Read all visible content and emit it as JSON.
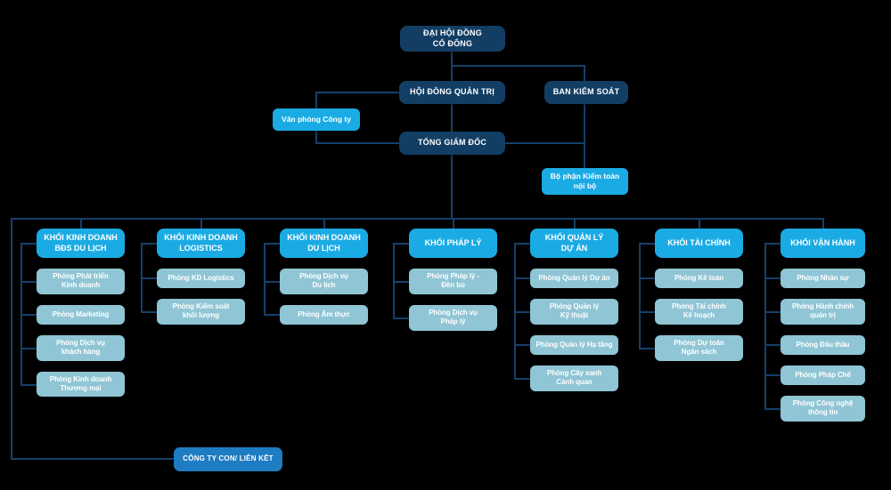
{
  "diagram": {
    "title": "Organizational chart",
    "colors": {
      "background": "#000000",
      "executive_box": "#123e64",
      "division_box": "#1babe4",
      "department_box": "#8fc5d5",
      "subsidiary_box": "#1e7cc2",
      "connector": "#15406b",
      "text": "#ffffff"
    },
    "top": {
      "shareholders": "ĐẠI HỘI ĐỒNG\nCỔ ĐÔNG",
      "board": "HỘI ĐỒNG QUẢN TRỊ",
      "supervisory": "BAN KIỂM SOÁT",
      "ceo": "TỔNG GIÁM ĐỐC",
      "company_office": "Văn phòng Công ty",
      "internal_audit": "Bộ phận Kiểm toán\nnội bộ",
      "subsidiaries": "CÔNG TY CON/ LIÊN KẾT"
    },
    "divisions": [
      {
        "name": "KHỐI KINH DOANH\nBĐS DU LỊCH",
        "departments": [
          "Phòng Phát triển\nKinh doanh",
          "Phòng Marketing",
          "Phòng Dịch vụ\nkhách hàng",
          "Phòng Kinh doanh\nThương mại"
        ]
      },
      {
        "name": "KHỐI KINH DOANH\nLOGISTICS",
        "departments": [
          "Phòng KD Logistics",
          "Phòng Kiểm soát\nkhối lượng"
        ]
      },
      {
        "name": "KHỐI KINH DOANH\nDU LỊCH",
        "departments": [
          "Phòng Dịch vụ\nDu lịch",
          "Phòng Ẩm thực"
        ]
      },
      {
        "name": "KHỐI PHÁP LÝ",
        "departments": [
          "Phòng Pháp lý -\nĐền bù",
          "Phòng Dịch vụ\nPháp lý"
        ]
      },
      {
        "name": "KHỐI QUẢN LÝ\nDỰ ÁN",
        "departments": [
          "Phòng Quản lý Dự án",
          "Phòng Quản lý\nKỹ thuật",
          "Phòng Quản lý Hạ tầng",
          "Phòng Cây xanh\nCảnh quan"
        ]
      },
      {
        "name": "KHỐI TÀI CHÍNH",
        "departments": [
          "Phòng Kế toán",
          "Phòng Tài chính\nKế hoạch",
          "Phòng Dự toán\nNgân sách"
        ]
      },
      {
        "name": "KHỐI VẬN HÀNH",
        "departments": [
          "Phòng Nhân sự",
          "Phòng Hành chính\nquản trị",
          "Phòng Đấu thầu",
          "Phòng Pháp Chế",
          "Phòng Công nghệ\nthông tin"
        ]
      }
    ]
  }
}
